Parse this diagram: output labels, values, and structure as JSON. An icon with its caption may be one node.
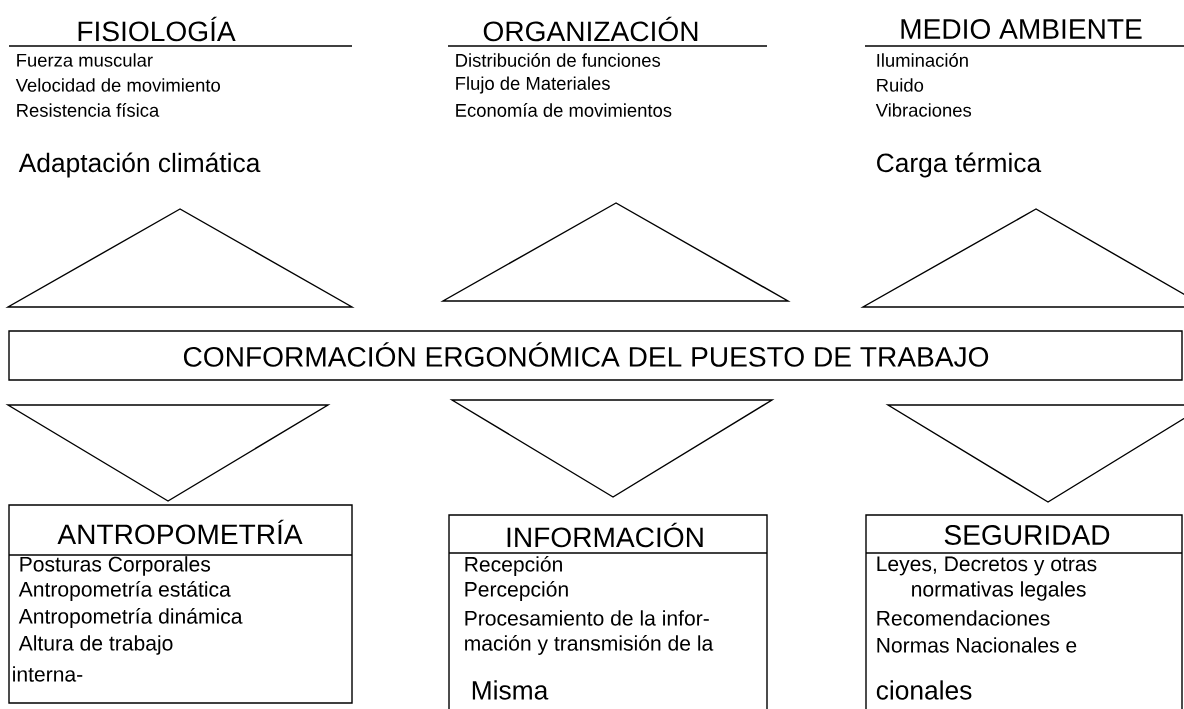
{
  "diagram": {
    "nodes": [
      {
        "text": [
          "FISIOLOGÍA",
          "Fuerza muscular",
          "Velocidad de movimiento",
          "Resistencia física",
          "Adaptación climática"
        ]
      },
      {
        "text": [
          "ORGANIZACIÓN",
          "Distribución de funciones",
          "Flujo de Materiales",
          "Economía de movimientos"
        ]
      },
      {
        "text": [
          "MEDIO AMBIENTE",
          "Iluminación",
          "Ruido",
          "Vibraciones",
          "Carga térmica"
        ]
      },
      {
        "text": [],
        "shape": "triangle"
      },
      {
        "text": [],
        "shape": "triangle"
      },
      {
        "text": [],
        "shape": "triangle"
      },
      {
        "text": [
          "CONFORMACIÓN ERGONÓMICA DEL PUESTO DE TRABAJO"
        ]
      },
      {
        "text": [],
        "shape": "triangle"
      },
      {
        "text": [],
        "shape": "triangle"
      },
      {
        "text": [],
        "shape": "triangle"
      },
      {
        "text": [
          "ANTROPOMETRÍA",
          "Posturas Corporales",
          "Antropometría estática",
          "Antropometría dinámica",
          "Altura de trabajo",
          "interna-"
        ]
      },
      {
        "text": [
          "INFORMACIÓN",
          "Recepción",
          "Percepción",
          "Procesamiento de la infor-",
          "mación y transmisión de la",
          "Misma"
        ]
      },
      {
        "text": [
          "SEGURIDAD",
          "Leyes, Decretos y otras",
          "normativas legales",
          "Recomendaciones",
          "Normas Nacionales e",
          "cionales"
        ]
      }
    ]
  }
}
